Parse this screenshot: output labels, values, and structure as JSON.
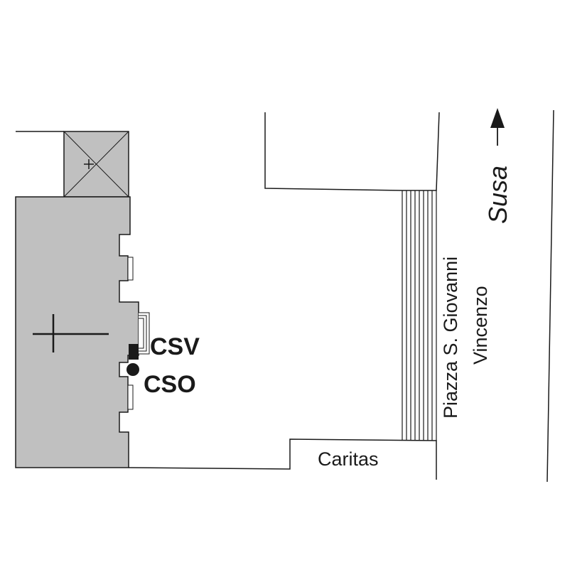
{
  "labels": {
    "csv": "CSV",
    "cso": "CSO",
    "caritas": "Caritas",
    "piazza_line1": "Piazza S. Giovanni",
    "piazza_line2": "Vincenzo",
    "susa": "Susa"
  },
  "colors": {
    "building_fill": "#c0c0c0",
    "line": "#1a1a1a",
    "background": "#ffffff"
  },
  "icons": {
    "church_cross": "cross-icon",
    "bell_tower_cross": "small-cross-icon",
    "direction": "arrow-up-icon"
  }
}
